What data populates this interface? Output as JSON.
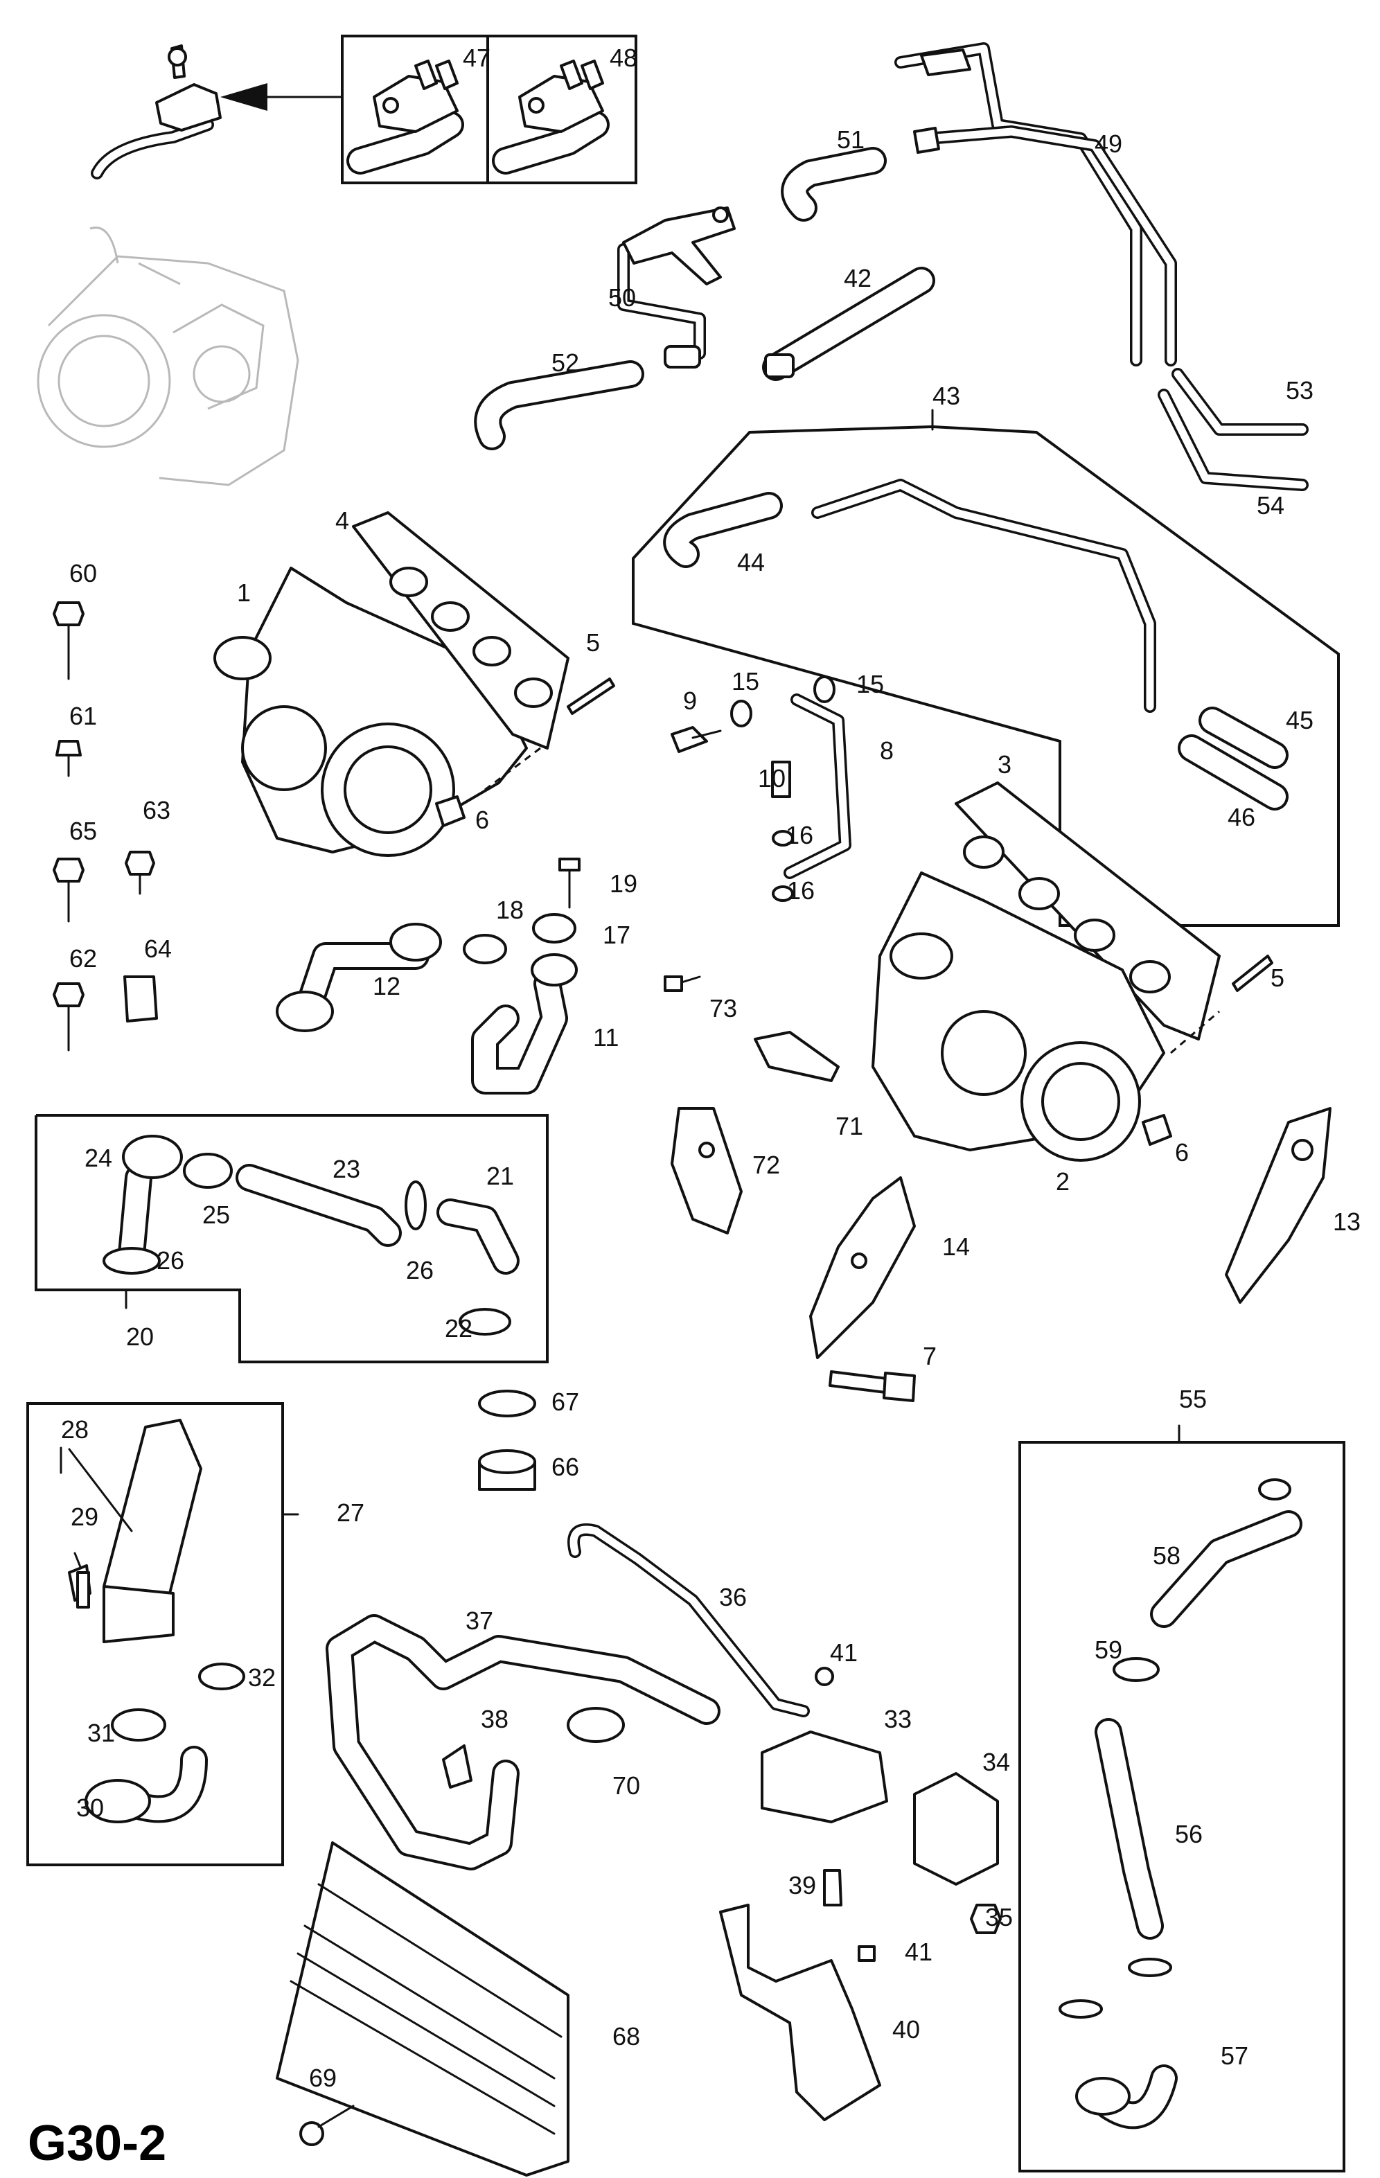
{
  "diagram": {
    "code": "G30-2",
    "labels": [
      "1",
      "2",
      "3",
      "4",
      "5",
      "5",
      "6",
      "6",
      "7",
      "8",
      "9",
      "10",
      "11",
      "12",
      "13",
      "14",
      "15",
      "15",
      "16",
      "16",
      "17",
      "18",
      "19",
      "20",
      "21",
      "22",
      "23",
      "24",
      "25",
      "26",
      "26",
      "27",
      "28",
      "29",
      "30",
      "31",
      "32",
      "33",
      "34",
      "35",
      "36",
      "37",
      "38",
      "39",
      "40",
      "41",
      "41",
      "42",
      "43",
      "44",
      "45",
      "46",
      "47",
      "48",
      "49",
      "50",
      "51",
      "52",
      "53",
      "54",
      "55",
      "56",
      "57",
      "58",
      "59",
      "60",
      "61",
      "62",
      "63",
      "64",
      "65",
      "66",
      "67",
      "68",
      "69",
      "70",
      "71",
      "72",
      "73"
    ]
  }
}
